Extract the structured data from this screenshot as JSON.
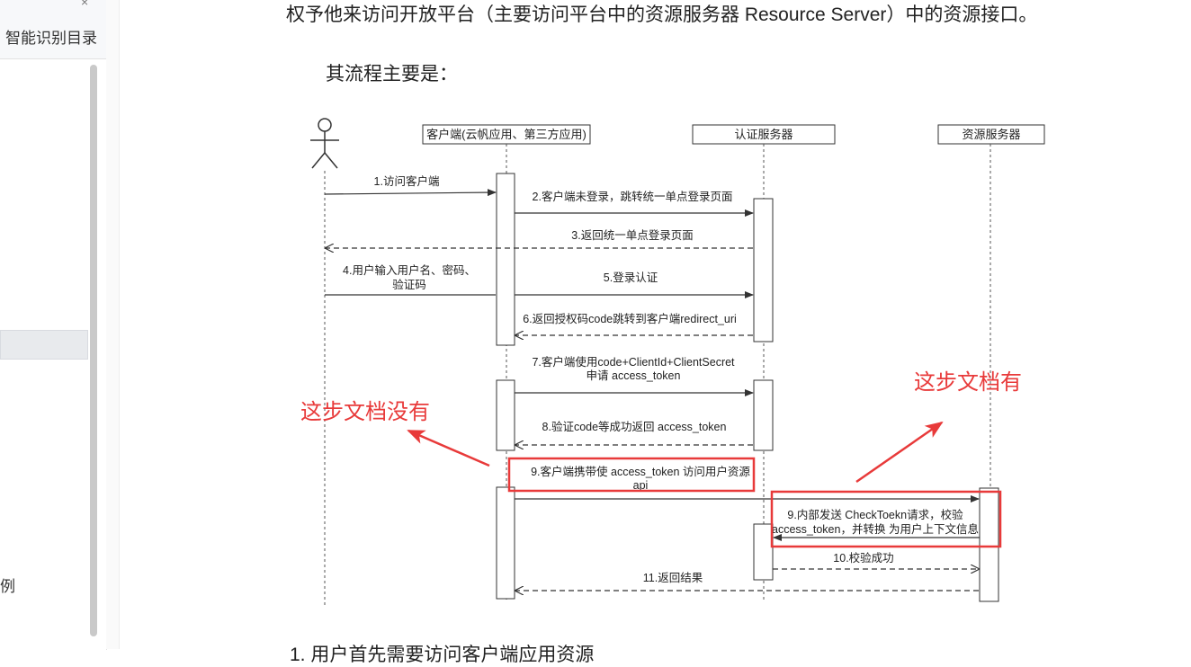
{
  "sidebar": {
    "toc_title": "智能识别目录",
    "partial_item": "例",
    "close_icon": "close-icon"
  },
  "document": {
    "line1": "权予他来访问开放平台（主要访问平台中的资源服务器 Resource Server）中的资源接口。",
    "line2": "其流程主要是：",
    "line_bottom": "1. 用户首先需要访问客户端应用资源"
  },
  "diagram": {
    "participants": {
      "client": "客户端(云帆应用、第三方应用)",
      "auth": "认证服务器",
      "resource": "资源服务器"
    },
    "steps": {
      "s1": "1.访问客户端",
      "s2": "2.客户端未登录，跳转统一单点登录页面",
      "s3": "3.返回统一单点登录页面",
      "s4a": "4.用户输入用户名、密码、",
      "s4b": "验证码",
      "s5": "5.登录认证",
      "s6": "6.返回授权码code跳转到客户端redirect_uri",
      "s7a": "7.客户端使用code+ClientId+ClientSecret",
      "s7b": "申请 access_token",
      "s8": "8.验证code等成功返回 access_token",
      "s9a": "9.客户端携带使 access_token 访问用户资源",
      "s9b": "api",
      "s9ia": "9.内部发送 CheckToekn请求，校验",
      "s9ib": "access_token，并转换 为用户上下文信息",
      "s10": "10.校验成功",
      "s11": "11.返回结果"
    },
    "annotations": {
      "left": "这步文档没有",
      "right": "这步文档有",
      "color": "#e83a3a"
    }
  }
}
